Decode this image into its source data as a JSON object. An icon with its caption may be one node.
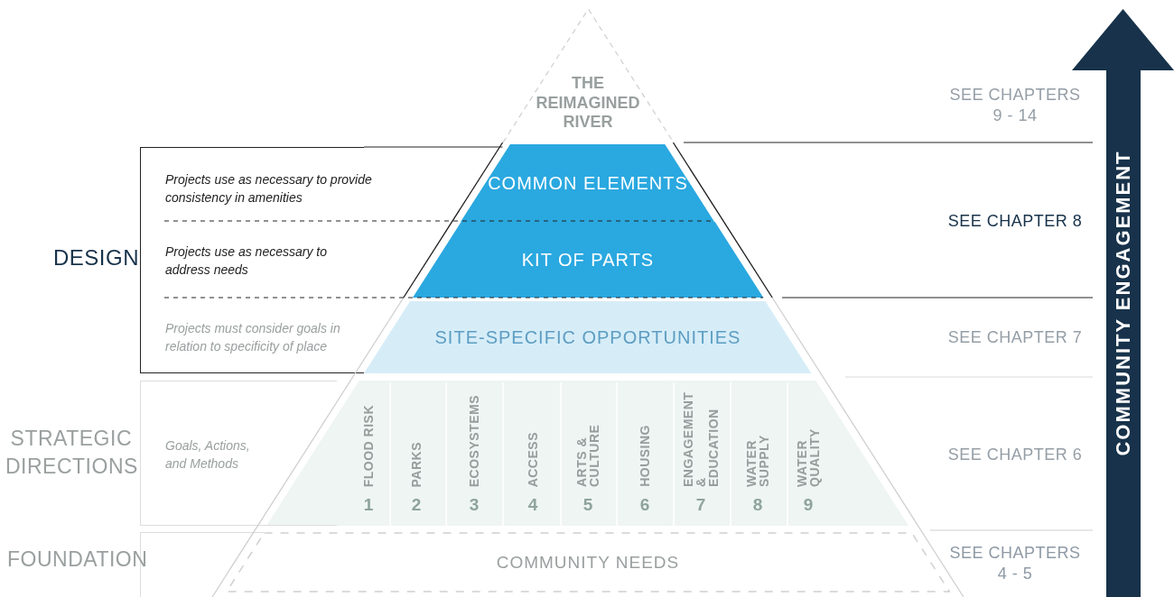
{
  "diagram": {
    "nodes": [
      {
        "text": [
          "THE REIMAGINED RIVER"
        ]
      },
      {
        "text": [
          "COMMON ELEMENTS"
        ]
      },
      {
        "text": [
          "KIT OF PARTS"
        ]
      },
      {
        "text": [
          "SITE-SPECIFIC OPPORTUNITIES"
        ]
      },
      {
        "text": [],
        "shape": "band"
      },
      {
        "text": [
          "FLOOD RISK",
          "1"
        ],
        "in": 4
      },
      {
        "text": [
          "PARKS",
          "2"
        ],
        "in": 4
      },
      {
        "text": [
          "ECOSYSTEMS",
          "3"
        ],
        "in": 4
      },
      {
        "text": [
          "ACCESS",
          "4"
        ],
        "in": 4
      },
      {
        "text": [
          "ARTS & CULTURE",
          "5"
        ],
        "in": 4
      },
      {
        "text": [
          "HOUSING",
          "6"
        ],
        "in": 4
      },
      {
        "text": [
          "ENGAGEMENT & EDUCATION",
          "7"
        ],
        "in": 4
      },
      {
        "text": [
          "WATER SUPPLY",
          "8"
        ],
        "in": 4
      },
      {
        "text": [
          "WATER QUALITY",
          "9"
        ],
        "in": 4
      },
      {
        "text": [
          "COMMUNITY NEEDS"
        ]
      },
      {
        "text": [
          "DESIGN",
          "Projects use as necessary to provide consistency in amenities",
          "Projects use as necessary to address needs",
          "Projects must consider goals in relation to specificity of place"
        ]
      },
      {
        "text": [
          "STRATEGIC DIRECTIONS",
          "Goals, Actions, and Methods"
        ]
      },
      {
        "text": [
          "FOUNDATION"
        ]
      },
      {
        "text": [
          "COMMUNITY ENGAGEMENT"
        ]
      }
    ],
    "labels": [
      "SEE CHAPTERS 9 - 14",
      "SEE CHAPTER 8",
      "SEE CHAPTER 7",
      "SEE CHAPTER 6",
      "SEE CHAPTERS 4 - 5"
    ]
  }
}
